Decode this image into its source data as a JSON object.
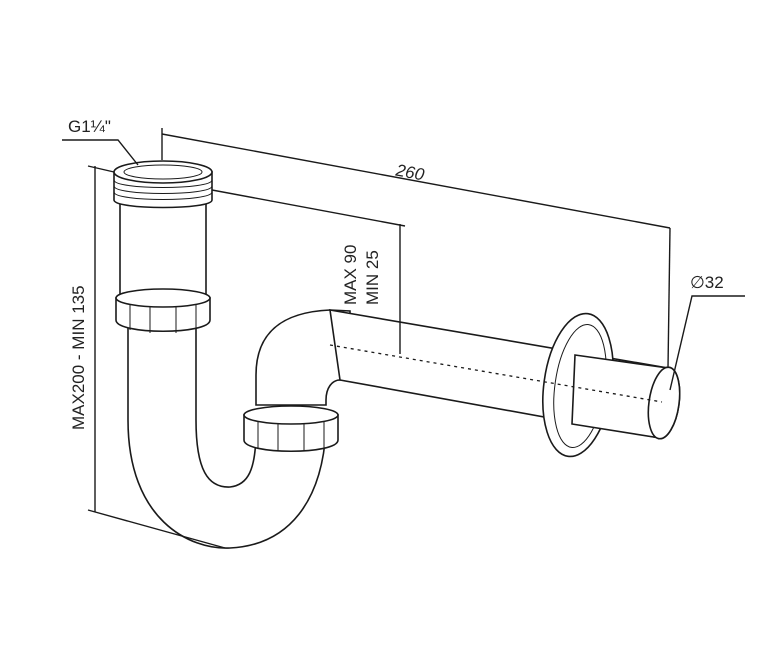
{
  "labels": {
    "thread": "G1¼\"",
    "length": "260",
    "height": "MAX200 - MIN 135",
    "outlet_max": "MAX 90",
    "outlet_min": "MIN 25",
    "diameter": "∅32"
  }
}
